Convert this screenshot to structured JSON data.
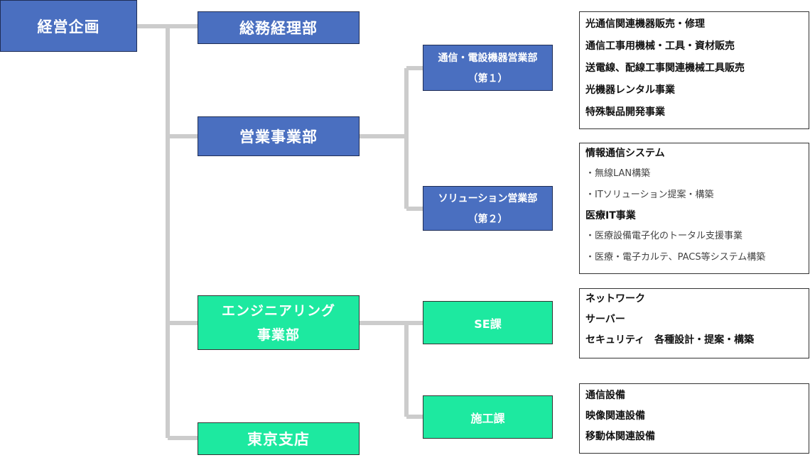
{
  "org": {
    "root": "経営企画",
    "dept_soumu": "総務経理部",
    "dept_eigyo": "営業事業部",
    "dept_eng_line1": "エンジニアリング",
    "dept_eng_line2": "事業部",
    "dept_tokyo": "東京支店",
    "sec_tsushin_line1": "通信・電設機器営業部",
    "sec_tsushin_line2": "（第１）",
    "sec_solution_line1": "ソリューション営業部",
    "sec_solution_line2": "（第２）",
    "sec_se": "SE課",
    "sec_sekou": "施工課"
  },
  "info_tsushin": [
    "光通信関連機器販売・修理",
    "通信工事用機械・工具・資材販売",
    "送電線、配線工事関連機械工具販売",
    "光機器レンタル事業",
    "特殊製品開発事業"
  ],
  "info_solution": [
    {
      "text": "情報通信システム",
      "bold": true
    },
    {
      "text": "・無線LAN構築",
      "bold": false
    },
    {
      "text": "・ITソリューション提案・構築",
      "bold": false
    },
    {
      "text": "医療IT事業",
      "bold": true
    },
    {
      "text": "・医療設備電子化のトータル支援事業",
      "bold": false
    },
    {
      "text": "・医療・電子カルテ、PACS等システム構築",
      "bold": false
    }
  ],
  "info_se": [
    "ネットワーク",
    "サーバー",
    "セキュリティ　各種設計・提案・構築"
  ],
  "info_sekou": [
    "通信設備",
    "映像関連設備",
    "移動体関連設備"
  ],
  "colors": {
    "blue_box": "#4a6fc0",
    "green_box": "#1de9a0",
    "connector": "#cccccc"
  }
}
